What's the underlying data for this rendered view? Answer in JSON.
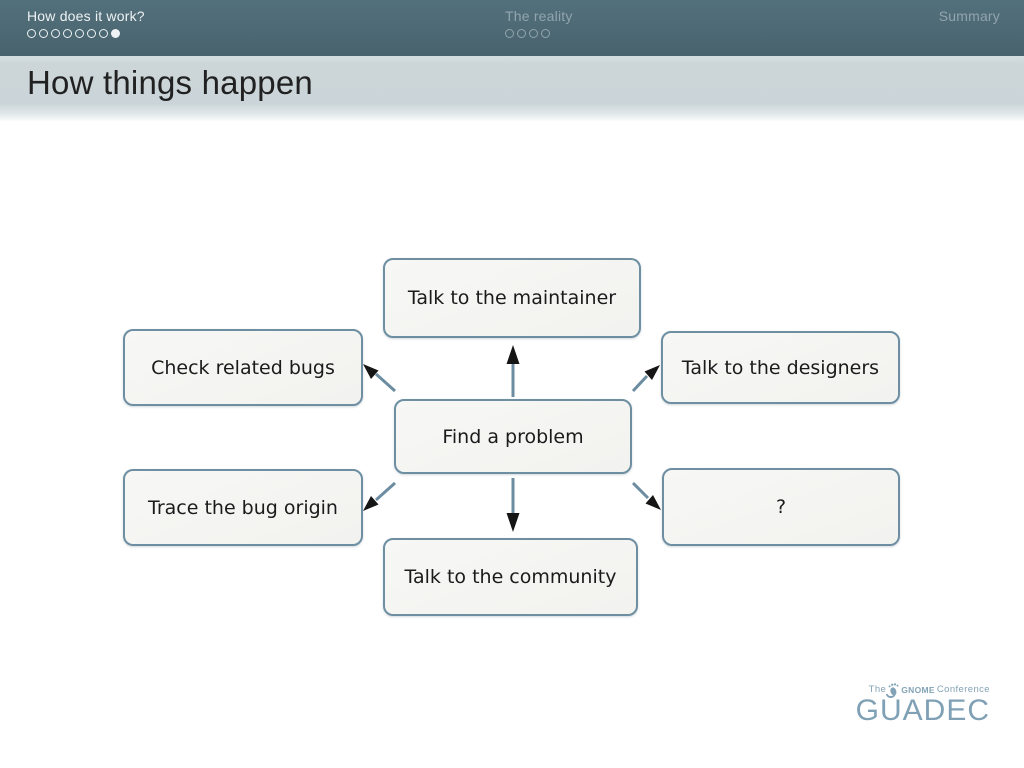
{
  "header": {
    "sections": [
      {
        "label": "How does it work?",
        "active": true,
        "dots": {
          "total": 8,
          "filled_index": 7
        }
      },
      {
        "label": "The reality",
        "active": false,
        "dots": {
          "total": 4,
          "filled_index": -1
        }
      },
      {
        "label": "Summary",
        "active": false,
        "dots": null
      }
    ]
  },
  "title": "How things happen",
  "diagram": {
    "center": "Find a problem",
    "top": "Talk to the maintainer",
    "upper_left": "Check related bugs",
    "upper_right": "Talk to the designers",
    "lower_left": "Trace the bug origin",
    "lower_right": "?",
    "bottom": "Talk to the community"
  },
  "logo": {
    "prefix": "The",
    "gnome": "GNOME",
    "suffix": "Conference",
    "wordmark": "GŬADEC"
  },
  "colors": {
    "header_bg": "#4d6974",
    "titlebar_bg": "#cbd5d9",
    "box_border": "#6e8ea2",
    "box_fill": "#f4f4f1",
    "arrow_shaft": "#6b8ca1",
    "arrow_head": "#151515",
    "logo": "#7fa0b5"
  }
}
